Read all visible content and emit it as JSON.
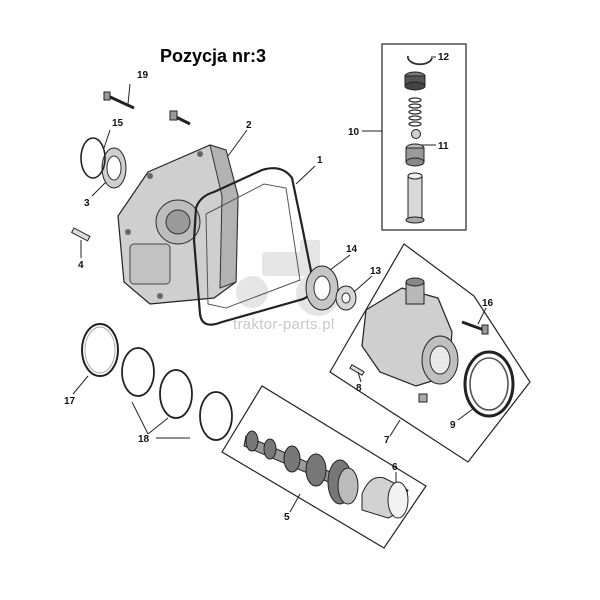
{
  "title": "Pozycja nr:3",
  "watermark": "traktor-parts.pl",
  "callouts": {
    "c1": "1",
    "c2": "2",
    "c3": "3",
    "c4": "4",
    "c5": "5",
    "c6": "6",
    "c7": "7",
    "c8": "8",
    "c9": "9",
    "c10": "10",
    "c11": "11",
    "c12": "12",
    "c13": "13",
    "c14": "14",
    "c15": "15",
    "c16": "16",
    "c17": "17",
    "c18": "18",
    "c19": "19"
  },
  "colors": {
    "line": "#222222",
    "part_fill": "#d4d4d4",
    "part_dark": "#8a8a8a",
    "watermark": "#c8c8c8"
  }
}
